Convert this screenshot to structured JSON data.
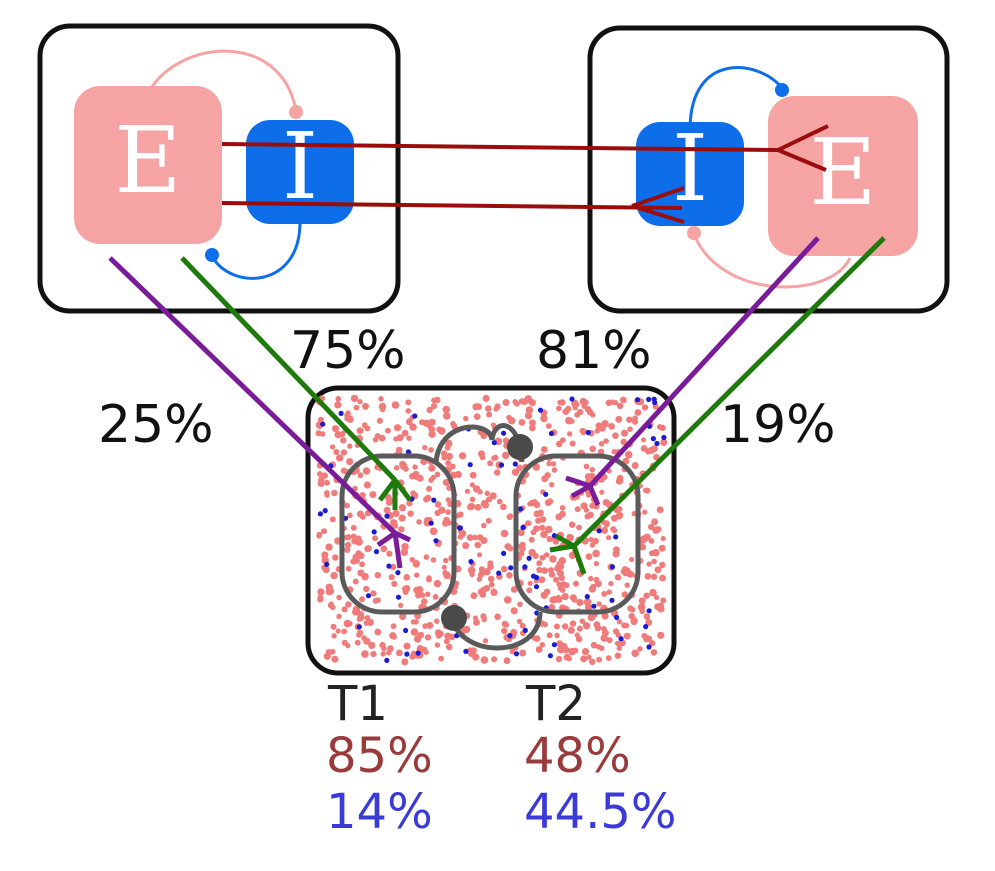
{
  "left_module": {
    "excitatory_label": "E",
    "inhibitory_label": "I"
  },
  "right_module": {
    "excitatory_label": "E",
    "inhibitory_label": "I"
  },
  "projection_percentages": {
    "left_purple": "25%",
    "left_green": "75%",
    "right_purple": "81%",
    "right_green": "19%"
  },
  "targets": [
    {
      "label": "T1",
      "red_value": "85%",
      "blue_value": "14%"
    },
    {
      "label": "T2",
      "red_value": "48%",
      "blue_value": "44.5%"
    }
  ],
  "colors": {
    "excitatory": "#f6a3a3",
    "inhibitory": "#0e6de8",
    "axon": "#9b0d0d",
    "purple_projection": "#7a1b9a",
    "green_projection": "#1f7a0c",
    "red_dots": "#f07b7b",
    "blue_dots": "#1b1bcf",
    "red_text": "#9a3a3a",
    "blue_text": "#3a3ad6",
    "target_outline": "#5a5a5a"
  }
}
